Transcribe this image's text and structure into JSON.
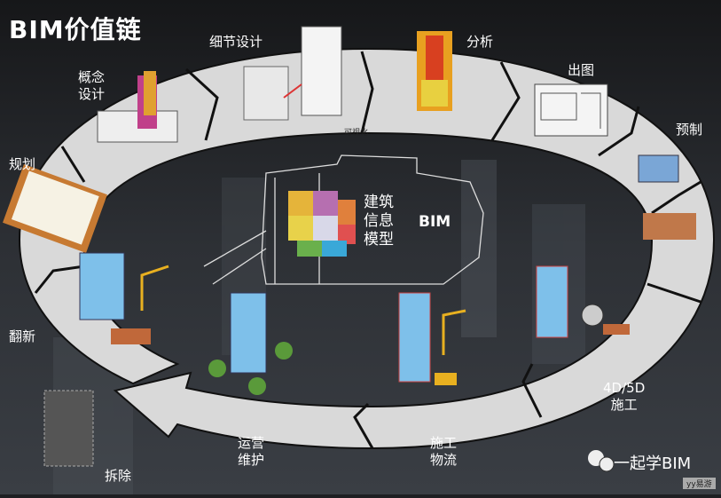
{
  "title": "BIM价值链",
  "center": {
    "label_line1": "建筑",
    "label_line2": "信息",
    "label_line3": "模型",
    "bim": "BIM",
    "visualization": "可视化"
  },
  "stages": {
    "concept_design_1": "概念",
    "concept_design_2": "设计",
    "detail_design": "细节设计",
    "analysis": "分析",
    "drawings": "出图",
    "prefabrication": "预制",
    "construction_1": "4D/5D",
    "construction_2": "施工",
    "logistics_1": "施工",
    "logistics_2": "物流",
    "operation_1": "运营",
    "operation_2": "维护",
    "demolition": "拆除",
    "renovation": "翻新",
    "planning": "规划"
  },
  "watermark": {
    "account": "一起学BIM",
    "source": "yy易游",
    "icon": "wechat-icon"
  },
  "colors": {
    "background": "#1e1f22",
    "ring": "#d9d9d9",
    "divider": "#111111",
    "text": "#ffffff"
  }
}
